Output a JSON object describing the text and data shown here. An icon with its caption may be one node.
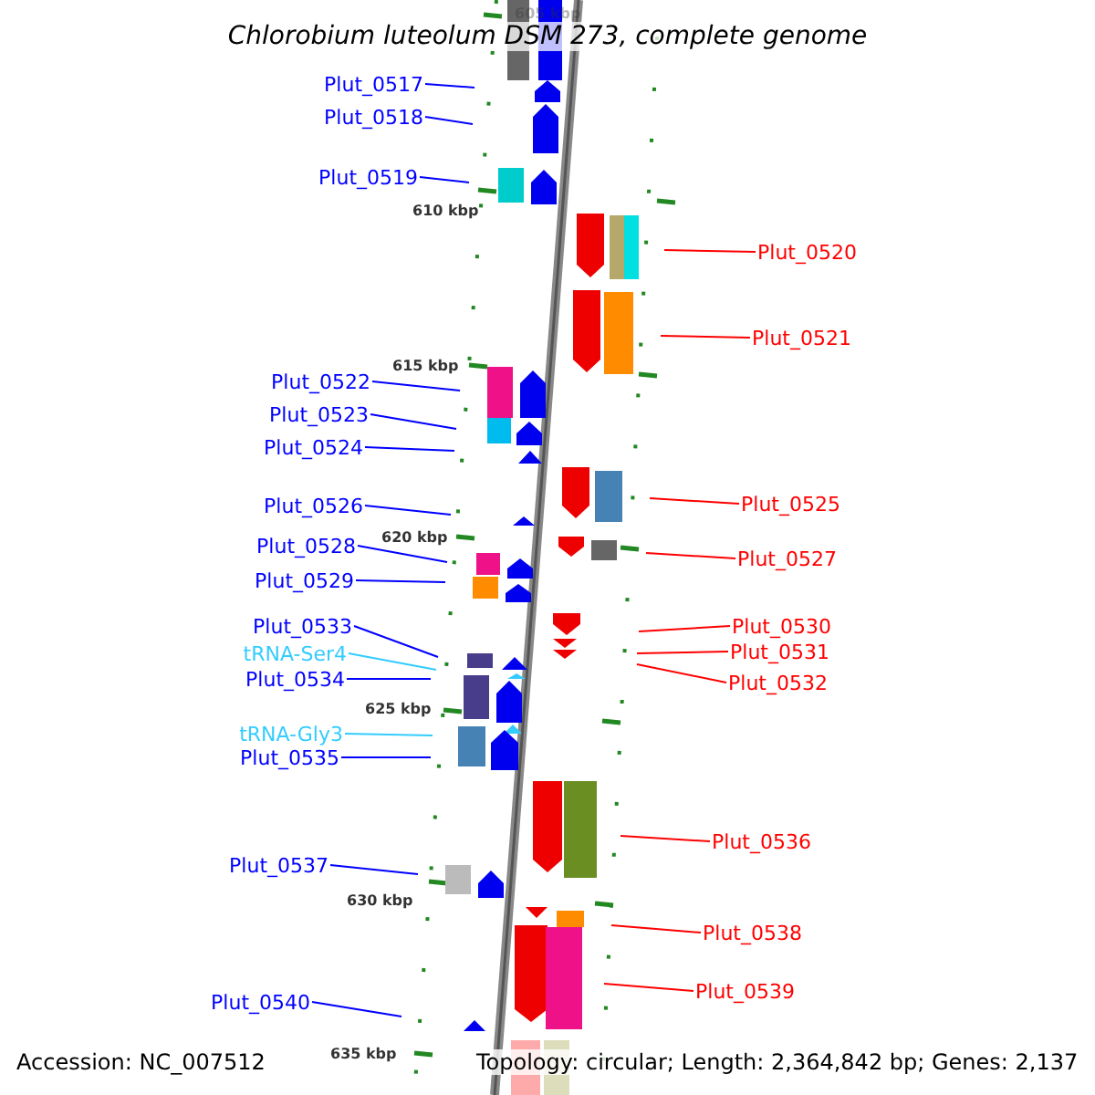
{
  "diagram": {
    "title": "Chlorobium luteolum DSM 273, complete genome",
    "nodes": [
      {
        "text": [
          "Plut_0517"
        ]
      },
      {
        "text": [
          "Plut_0518"
        ]
      },
      {
        "text": [
          "Plut_0519"
        ]
      },
      {
        "text": [
          "Plut_0520"
        ]
      },
      {
        "text": [
          "Plut_0521"
        ]
      },
      {
        "text": [
          "Plut_0522"
        ]
      },
      {
        "text": [
          "Plut_0523"
        ]
      },
      {
        "text": [
          "Plut_0524"
        ]
      },
      {
        "text": [
          "Plut_0525"
        ]
      },
      {
        "text": [
          "Plut_0526"
        ]
      },
      {
        "text": [
          "Plut_0528"
        ]
      },
      {
        "text": [
          "Plut_0527"
        ]
      },
      {
        "text": [
          "Plut_0529"
        ]
      },
      {
        "text": [
          "Plut_0533"
        ]
      },
      {
        "text": [
          "Plut_0530"
        ]
      },
      {
        "text": [
          "Plut_0531"
        ]
      },
      {
        "text": [
          "tRNA-Ser4"
        ]
      },
      {
        "text": [
          "Plut_0534"
        ]
      },
      {
        "text": [
          "Plut_0532"
        ]
      },
      {
        "text": [
          "tRNA-Gly3"
        ]
      },
      {
        "text": [
          "Plut_0535"
        ]
      },
      {
        "text": [
          "Plut_0536"
        ]
      },
      {
        "text": [
          "Plut_0537"
        ]
      },
      {
        "text": [
          "Plut_0538"
        ]
      },
      {
        "text": [
          "Plut_0539"
        ]
      },
      {
        "text": [
          "Plut_0540"
        ]
      }
    ],
    "edges": [
      {
        "from": 0,
        "to": null,
        "arrow": "none"
      },
      {
        "from": 1,
        "to": null,
        "arrow": "none"
      },
      {
        "from": 2,
        "to": null,
        "arrow": "none"
      },
      {
        "from": 3,
        "to": null,
        "arrow": "none",
        "color": "#ff0000"
      },
      {
        "from": 4,
        "to": null,
        "arrow": "none",
        "color": "#ff0000"
      },
      {
        "from": 5,
        "to": null,
        "arrow": "none"
      },
      {
        "from": 6,
        "to": null,
        "arrow": "none"
      },
      {
        "from": 7,
        "to": null,
        "arrow": "none"
      },
      {
        "from": 8,
        "to": null,
        "arrow": "none",
        "color": "#ff0000"
      },
      {
        "from": 9,
        "to": null,
        "arrow": "none"
      },
      {
        "from": 10,
        "to": null,
        "arrow": "none"
      },
      {
        "from": 11,
        "to": null,
        "arrow": "none",
        "color": "#ff0000"
      },
      {
        "from": 12,
        "to": null,
        "arrow": "none"
      },
      {
        "from": 13,
        "to": null,
        "arrow": "none"
      },
      {
        "from": 14,
        "to": null,
        "arrow": "none",
        "color": "#ff0000"
      },
      {
        "from": 15,
        "to": null,
        "arrow": "none",
        "color": "#ff0000"
      },
      {
        "from": 16,
        "to": null,
        "arrow": "none",
        "color": "#33ccff"
      },
      {
        "from": 17,
        "to": null,
        "arrow": "none"
      },
      {
        "from": 18,
        "to": null,
        "arrow": "none",
        "color": "#ff0000"
      },
      {
        "from": 19,
        "to": null,
        "arrow": "none",
        "color": "#33ccff"
      },
      {
        "from": 20,
        "to": null,
        "arrow": "none"
      },
      {
        "from": 21,
        "to": null,
        "arrow": "none",
        "color": "#ff0000"
      },
      {
        "from": 22,
        "to": null,
        "arrow": "none"
      },
      {
        "from": 23,
        "to": null,
        "arrow": "none",
        "color": "#ff0000"
      },
      {
        "from": 24,
        "to": null,
        "arrow": "none",
        "color": "#ff0000"
      },
      {
        "from": 25,
        "to": null,
        "arrow": "none"
      }
    ],
    "labels": [
      "605 kbp",
      "610 kbp",
      "615 kbp",
      "620 kbp",
      "625 kbp",
      "630 kbp",
      "635 kbp",
      "Accession: NC_007512",
      "Topology: circular; Length: 2,364,842 bp; Genes: 2,137"
    ]
  }
}
